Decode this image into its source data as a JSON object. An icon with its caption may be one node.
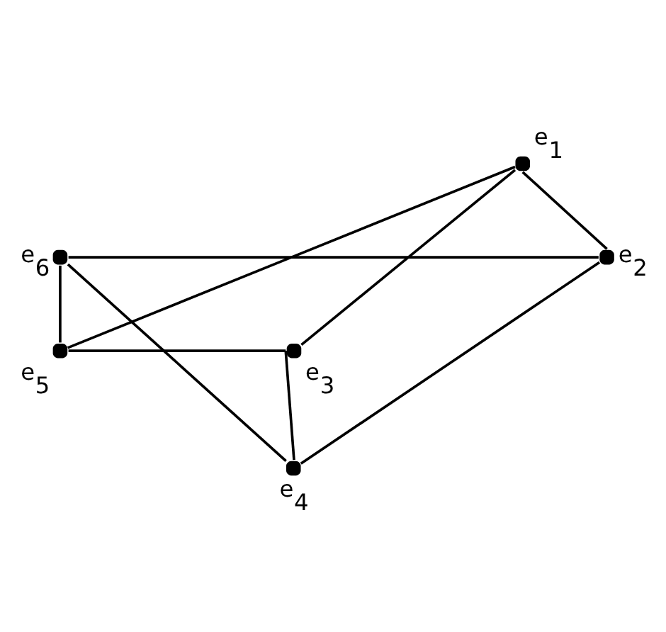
{
  "diagram": {
    "nodes": [
      {
        "text": [],
        "shape": "circle",
        "beside": [
          "e$_{1}$"
        ]
      },
      {
        "text": [],
        "shape": "circle",
        "beside": [
          "e$_{2}$"
        ]
      },
      {
        "text": [],
        "shape": "circle",
        "beside": [
          "e$_{3}$"
        ]
      },
      {
        "text": [],
        "shape": "circle",
        "beside": [
          "e$_{4}$"
        ]
      },
      {
        "text": [],
        "shape": "circle",
        "beside": [
          "e$_{5}$"
        ]
      },
      {
        "text": [],
        "shape": "circle",
        "beside": [
          "e$_{6}$"
        ]
      }
    ],
    "edges": [
      {
        "from": 0,
        "to": 1,
        "arrow": "none"
      },
      {
        "from": 0,
        "to": 2,
        "arrow": "none"
      },
      {
        "from": 0,
        "to": 4,
        "arrow": "none"
      },
      {
        "from": 5,
        "to": 1,
        "arrow": "none"
      },
      {
        "from": 5,
        "to": 4,
        "arrow": "none"
      },
      {
        "from": 5,
        "to": 3,
        "arrow": "none"
      },
      {
        "from": 4,
        "to": 2,
        "arrow": "none"
      },
      {
        "from": 1,
        "to": 3,
        "arrow": "none"
      },
      {
        "from": 2,
        "to": 3,
        "arrow": "none"
      }
    ]
  }
}
